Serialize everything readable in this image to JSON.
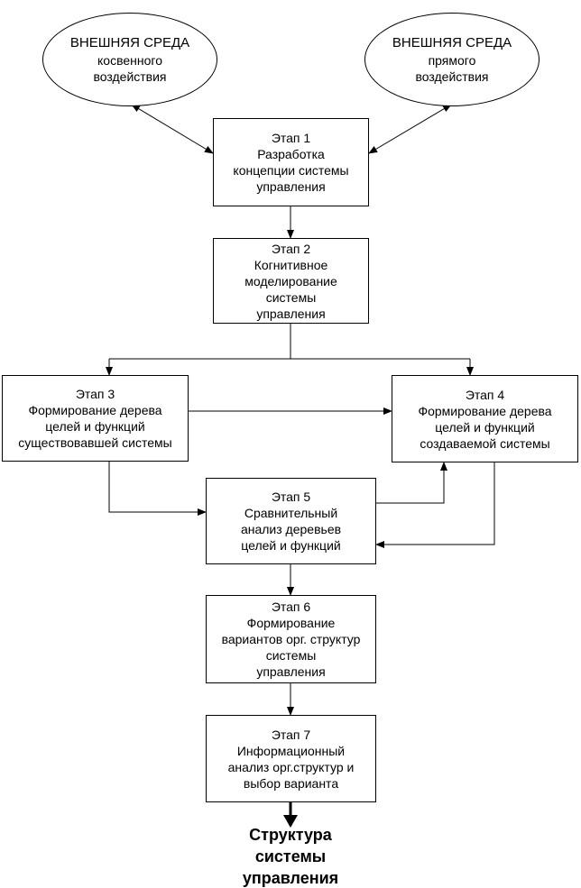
{
  "env_indirect": {
    "title": "ВНЕШНЯЯ СРЕДА",
    "line1": "косвенного",
    "line2": "воздействия"
  },
  "env_direct": {
    "title": "ВНЕШНЯЯ СРЕДА",
    "line1": "прямого",
    "line2": "воздействия"
  },
  "stages": [
    {
      "label": "Этап 1",
      "lines": [
        "Разработка",
        "концепции системы",
        "управления"
      ]
    },
    {
      "label": "Этап 2",
      "lines": [
        "Когнитивное",
        "моделирование",
        "системы",
        "управления"
      ]
    },
    {
      "label": "Этап 3",
      "lines": [
        "Формирование дерева",
        "целей и функций",
        "существовавшей системы"
      ]
    },
    {
      "label": "Этап 4",
      "lines": [
        "Формирование дерева",
        "целей и функций",
        "создаваемой системы"
      ]
    },
    {
      "label": "Этап 5",
      "lines": [
        "Сравнительный",
        "анализ деревьев",
        "целей и функций"
      ]
    },
    {
      "label": "Этап 6",
      "lines": [
        "Формирование",
        "вариантов орг. структур",
        "системы",
        "управления"
      ]
    },
    {
      "label": "Этап 7",
      "lines": [
        "Информационный",
        "анализ орг.структур и",
        "выбор варианта"
      ]
    }
  ],
  "result": {
    "lines": [
      "Структура",
      "системы",
      "управления"
    ]
  }
}
